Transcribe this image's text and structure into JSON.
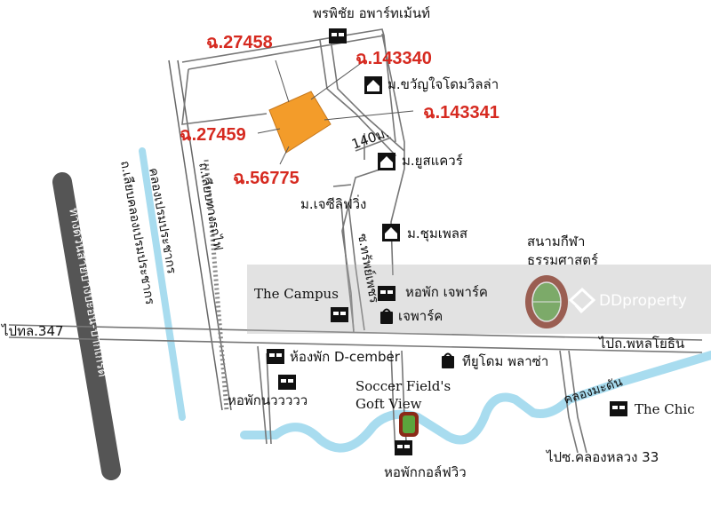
{
  "parcels": {
    "p27458": "ฉ.27458",
    "p143340": "ฉ.143340",
    "p143341": "ฉ.143341",
    "p27459": "ฉ.27459",
    "p56775": "ฉ.56775"
  },
  "places": {
    "pornpichai": "พรพิชัย อพาร์ทเม้นท์",
    "khwanjai": "ม.ขวัญใจโดมวิลล่า",
    "yusquare": "ม.ยูสแควร์",
    "jsliving": "ม.เจซีลิฟวิ่ง",
    "chumpalace": "ม.ชุมเพลส",
    "stadium_line1": "สนามกีฬา",
    "stadium_line2": "ธรรมศาสตร์",
    "campus": "The Campus",
    "jpark_dorm": "หอพัก เจพาร์ค",
    "jpark": "เจพาร์ค",
    "dcember": "ห้องพัก D-cember",
    "yudome": "ทียูโดม พลาซ่า",
    "nawawa": "หอพักนววววว",
    "soccer_line1": "Soccer Field's",
    "soccer_line2": "Goft View",
    "golfview": "หอพักกอล์ฟวิว",
    "thechic": "The Chic",
    "khlong_luang": "ไปซ.คลองหลวง 33",
    "to_phahon": "ไปถ.พหลโยธิน",
    "to_347": "ไปทล.347",
    "soi_140": "140ม."
  },
  "roads": {
    "highway": "ทางด่วนสายบางปะอิน-ปากเกร็ด",
    "khlong_prem": "คลองเปรมประชากร",
    "rd_khlong_prem": "ถ.เลียบคลองเปรมประชากร",
    "rd_railway": "ถ.เลียบทางรถไฟ",
    "soi_phet": "ซ.ทรัพย์เพชร",
    "khlong_maduea": "คลองมะดัน"
  },
  "watermark": "DDproperty",
  "colors": {
    "parcel": "#f39c2a",
    "parcel_label": "#d62a20",
    "water": "#a8dcef",
    "highway": "#555555",
    "stadium_ring": "#8b2a18",
    "field": "#5ba53c"
  }
}
